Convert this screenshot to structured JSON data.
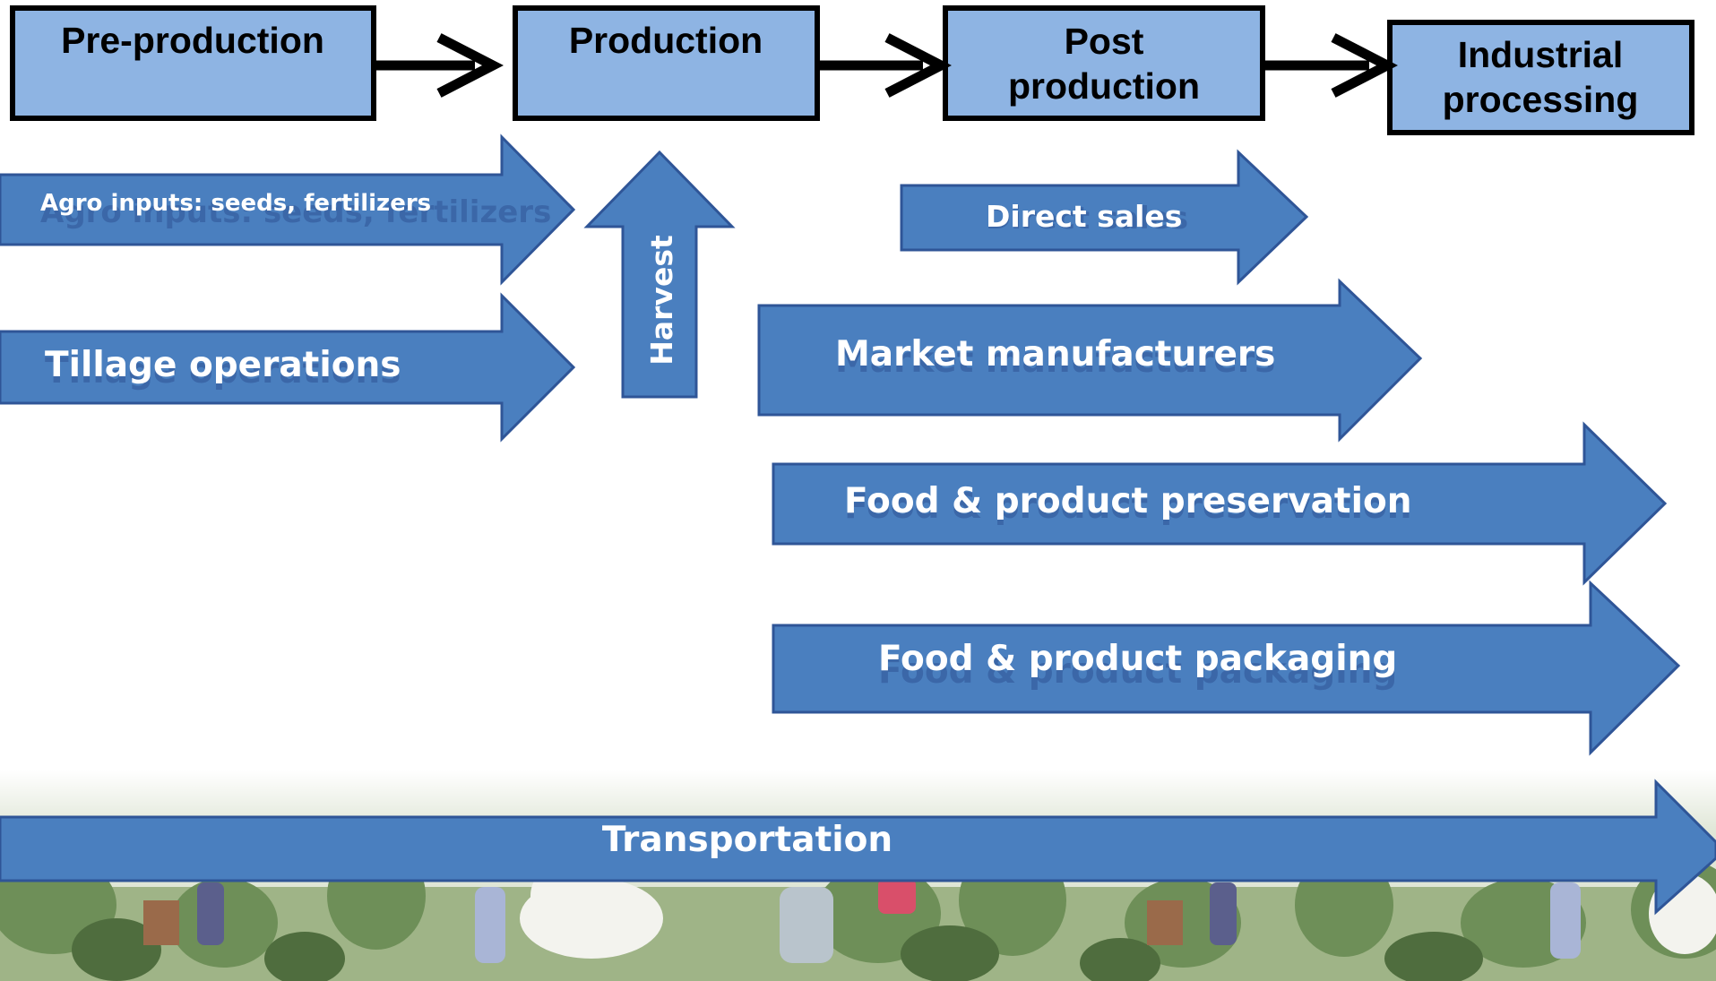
{
  "stages": [
    {
      "id": "pre-production",
      "lines": [
        "Pre-production"
      ]
    },
    {
      "id": "production",
      "lines": [
        "Production"
      ]
    },
    {
      "id": "post-production",
      "lines": [
        "Post",
        "production"
      ]
    },
    {
      "id": "industrial-processing",
      "lines": [
        "Industrial",
        "processing"
      ]
    }
  ],
  "activities": {
    "agro_inputs": "Agro inputs: seeds, fertilizers",
    "tillage": "Tillage operations",
    "harvest": "Harvest",
    "direct_sales": "Direct sales",
    "market_manufacturers": "Market manufacturers",
    "food_preservation": "Food & product preservation",
    "food_packaging": "Food & product packaging",
    "transportation": "Transportation"
  },
  "colors": {
    "stage_fill": "#8eb4e3",
    "stage_border": "#000000",
    "arrow_fill": "#4a7fbf",
    "arrow_border": "#2f5597",
    "connector": "#000000"
  }
}
